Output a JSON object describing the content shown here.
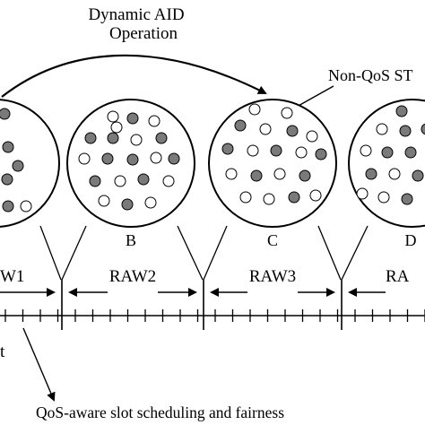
{
  "title_line1": "Dynamic AID",
  "title_line2": "Operation",
  "nonqos_label": "Non-QoS  ST",
  "groups": [
    {
      "letter": "",
      "raw": "W1"
    },
    {
      "letter": "B",
      "raw": "RAW2"
    },
    {
      "letter": "C",
      "raw": "RAW3"
    },
    {
      "letter": "D",
      "raw": "RA"
    }
  ],
  "edge_letter": "t",
  "footer_label": "QoS-aware slot scheduling and fairness",
  "colors": {
    "qos_station": "#7a7a7a",
    "nonqos_station": "#ffffff",
    "line": "#000000"
  }
}
